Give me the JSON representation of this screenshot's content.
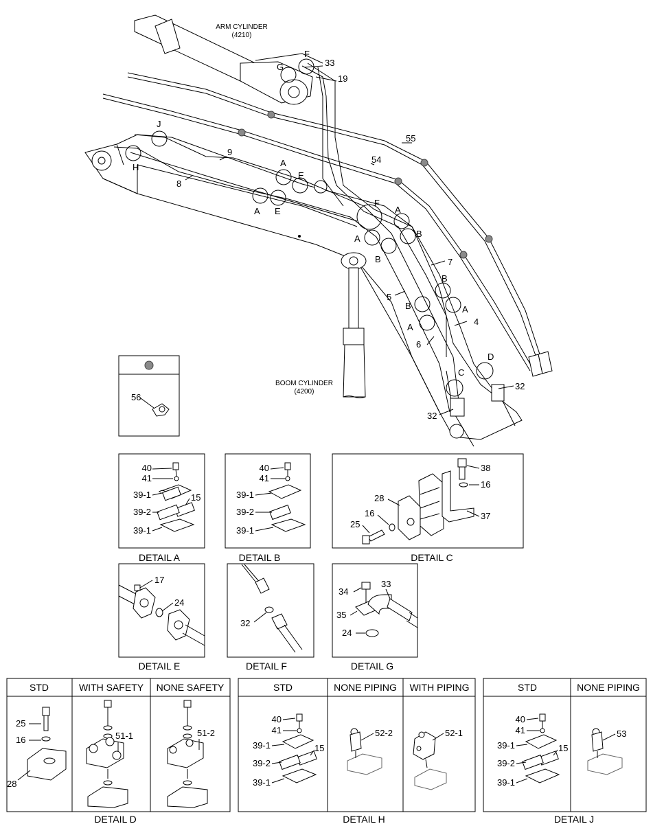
{
  "main": {
    "arm_cylinder": {
      "name": "ARM CYLINDER",
      "code": "(4210)"
    },
    "boom_cylinder": {
      "name": "BOOM CYLINDER",
      "code": "(4200)"
    },
    "callouts": [
      "33",
      "19",
      "55",
      "54",
      "9",
      "8",
      "7",
      "5",
      "4",
      "6",
      "32",
      "32"
    ],
    "detail_letters": [
      "F",
      "G",
      "J",
      "H",
      "A",
      "E",
      "A",
      "E",
      "F",
      "A",
      "B",
      "A",
      "B",
      "B",
      "A",
      "B",
      "A",
      "C",
      "D"
    ]
  },
  "legend": {
    "part": "56"
  },
  "details": {
    "a": {
      "caption": "DETAIL A",
      "labels": [
        "40",
        "41",
        "39-1",
        "15",
        "39-2",
        "39-1"
      ]
    },
    "b": {
      "caption": "DETAIL B",
      "labels": [
        "40",
        "41",
        "39-1",
        "39-2",
        "39-1"
      ]
    },
    "c": {
      "caption": "DETAIL C",
      "labels": [
        "38",
        "16",
        "37",
        "28",
        "16",
        "25"
      ]
    },
    "e": {
      "caption": "DETAIL E",
      "labels": [
        "17",
        "24"
      ]
    },
    "f": {
      "caption": "DETAIL F",
      "labels": [
        "32"
      ]
    },
    "g": {
      "caption": "DETAIL G",
      "labels": [
        "34",
        "33",
        "35",
        "24"
      ]
    },
    "d": {
      "caption": "DETAIL  D",
      "headers": [
        "STD",
        "WITH SAFETY",
        "NONE SAFETY"
      ],
      "labels": [
        "25",
        "16",
        "28",
        "51-1",
        "51-2"
      ]
    },
    "h": {
      "caption": "DETAIL  H",
      "headers": [
        "STD",
        "NONE PIPING",
        "WITH PIPING"
      ],
      "labels": [
        "40",
        "41",
        "39-1",
        "15",
        "39-2",
        "39-1",
        "52-2",
        "52-1"
      ]
    },
    "j": {
      "caption": "DETAIL  J",
      "headers": [
        "STD",
        "NONE PIPING"
      ],
      "labels": [
        "40",
        "41",
        "39-1",
        "15",
        "39-2",
        "39-1",
        "53"
      ]
    }
  }
}
